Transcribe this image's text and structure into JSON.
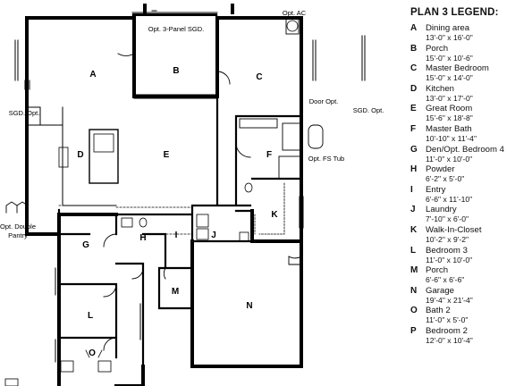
{
  "legend": {
    "title": "PLAN 3 LEGEND:",
    "items": [
      {
        "letter": "A",
        "name": "Dining area",
        "dim": "13'-0\" x 16'-0\""
      },
      {
        "letter": "B",
        "name": "Porch",
        "dim": "15'-0\" x 10'-6\""
      },
      {
        "letter": "C",
        "name": "Master Bedroom",
        "dim": "15'-0\" x 14'-0\""
      },
      {
        "letter": "D",
        "name": "Kitchen",
        "dim": "13'-0\" x 17'-0\""
      },
      {
        "letter": "E",
        "name": "Great Room",
        "dim": "15'-6\" x 18'-8\""
      },
      {
        "letter": "F",
        "name": "Master Bath",
        "dim": "10'-10\" x 11'-4\""
      },
      {
        "letter": "G",
        "name": "Den/Opt. Bedroom 4",
        "dim": "11'-0\" x 10'-0\""
      },
      {
        "letter": "H",
        "name": "Powder",
        "dim": "6'-2\" x 5'-0\""
      },
      {
        "letter": "I",
        "name": "Entry",
        "dim": "6'-6\" x 11'-10\""
      },
      {
        "letter": "J",
        "name": "Laundry",
        "dim": "7'-10\" x 6'-0\""
      },
      {
        "letter": "K",
        "name": "Walk-In-Closet",
        "dim": "10'-2\" x 9'-2\""
      },
      {
        "letter": "L",
        "name": "Bedroom 3",
        "dim": "11'-0\" x 10'-0\""
      },
      {
        "letter": "M",
        "name": "Porch",
        "dim": "6'-6\" x 6'-6\""
      },
      {
        "letter": "N",
        "name": "Garage",
        "dim": "19'-4\" x 21'-4\""
      },
      {
        "letter": "O",
        "name": "Bath 2",
        "dim": "11'-0\" x 5'-0\""
      },
      {
        "letter": "P",
        "name": "Bedroom 2",
        "dim": "12'-0\" x 10'-4\""
      }
    ]
  },
  "plan": {
    "rooms": {
      "A": "A",
      "B": "B",
      "C": "C",
      "D": "D",
      "E": "E",
      "F": "F",
      "G": "G",
      "H": "H",
      "I": "I",
      "J": "J",
      "K": "K",
      "L": "L",
      "M": "M",
      "N": "N",
      "O": "O"
    },
    "options": {
      "opt_ac": "Opt. AC",
      "opt_3panel": "Opt. 3-Panel SGD.",
      "sgd_left": "SGD. Opt.",
      "sgd_right": "SGD. Opt.",
      "door_opt": "Door Opt.",
      "fs_tub": "Opt. FS Tub",
      "pantry_line1": "Opt. Double",
      "pantry_line2": "Pantry"
    }
  }
}
